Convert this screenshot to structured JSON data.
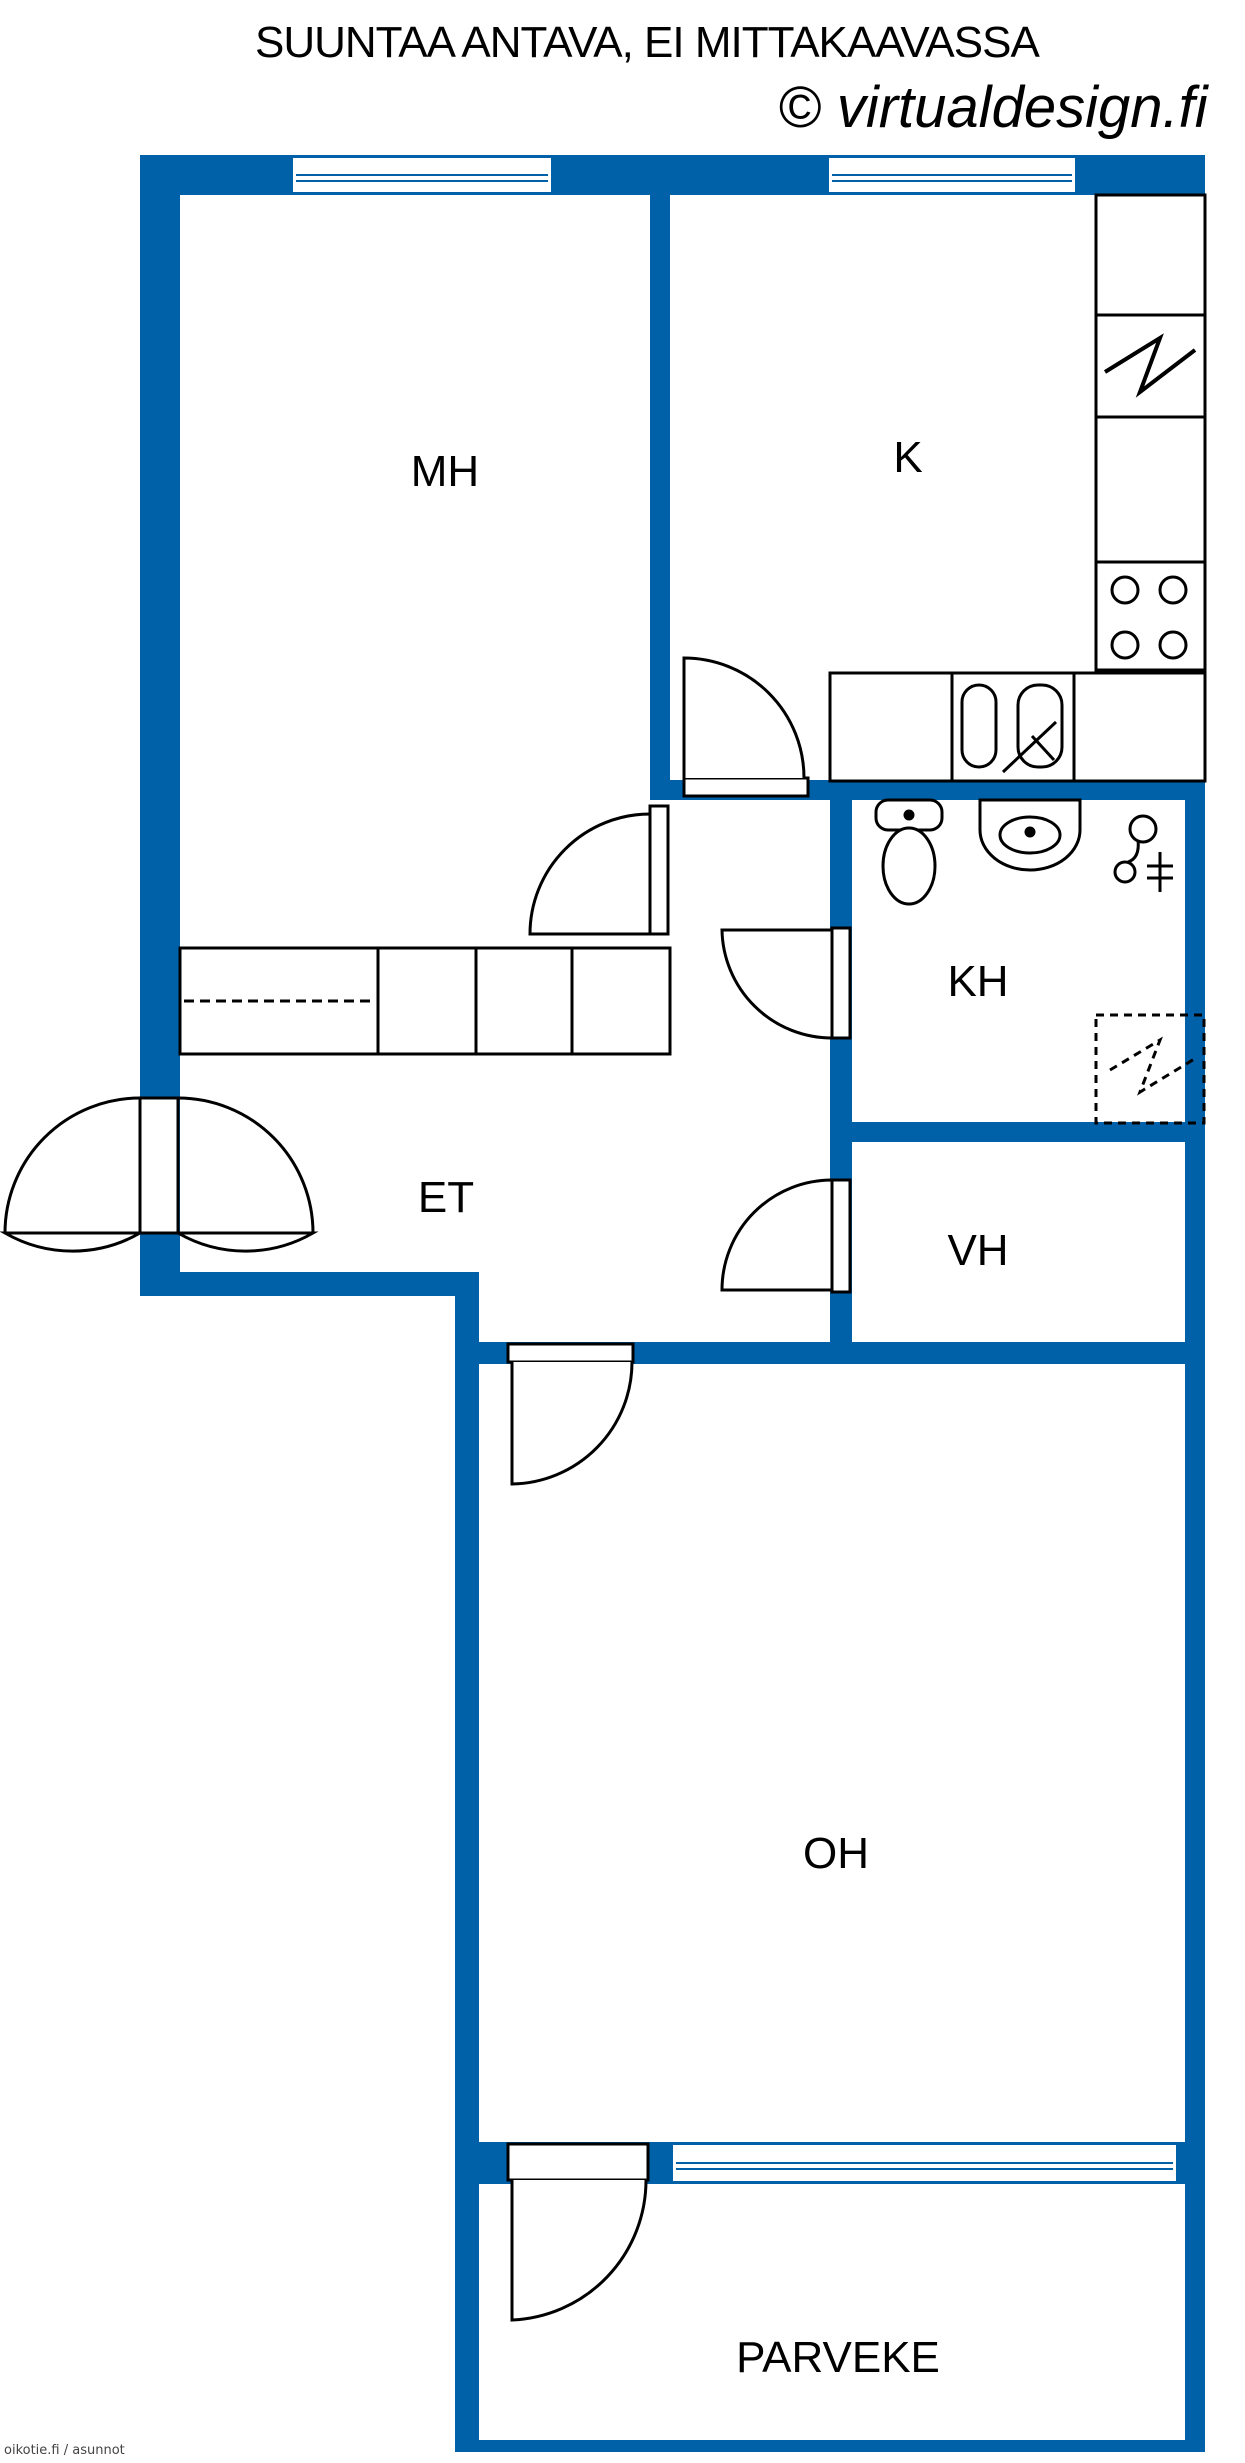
{
  "header": {
    "disclaimer": "SUUNTAA ANTAVA, EI MITTAKAAVASSA",
    "credit": "© virtualdesign.fi"
  },
  "rooms": {
    "bedroom": "MH",
    "kitchen": "K",
    "bathroom": "KH",
    "hall": "ET",
    "toilet": "VH",
    "living_room": "OH",
    "balcony": "PARVEKE"
  },
  "footer": {
    "source": "oikotie.fi / asunnot"
  },
  "colors": {
    "wall": "#0061a8",
    "line": "#000000",
    "background": "#ffffff"
  }
}
